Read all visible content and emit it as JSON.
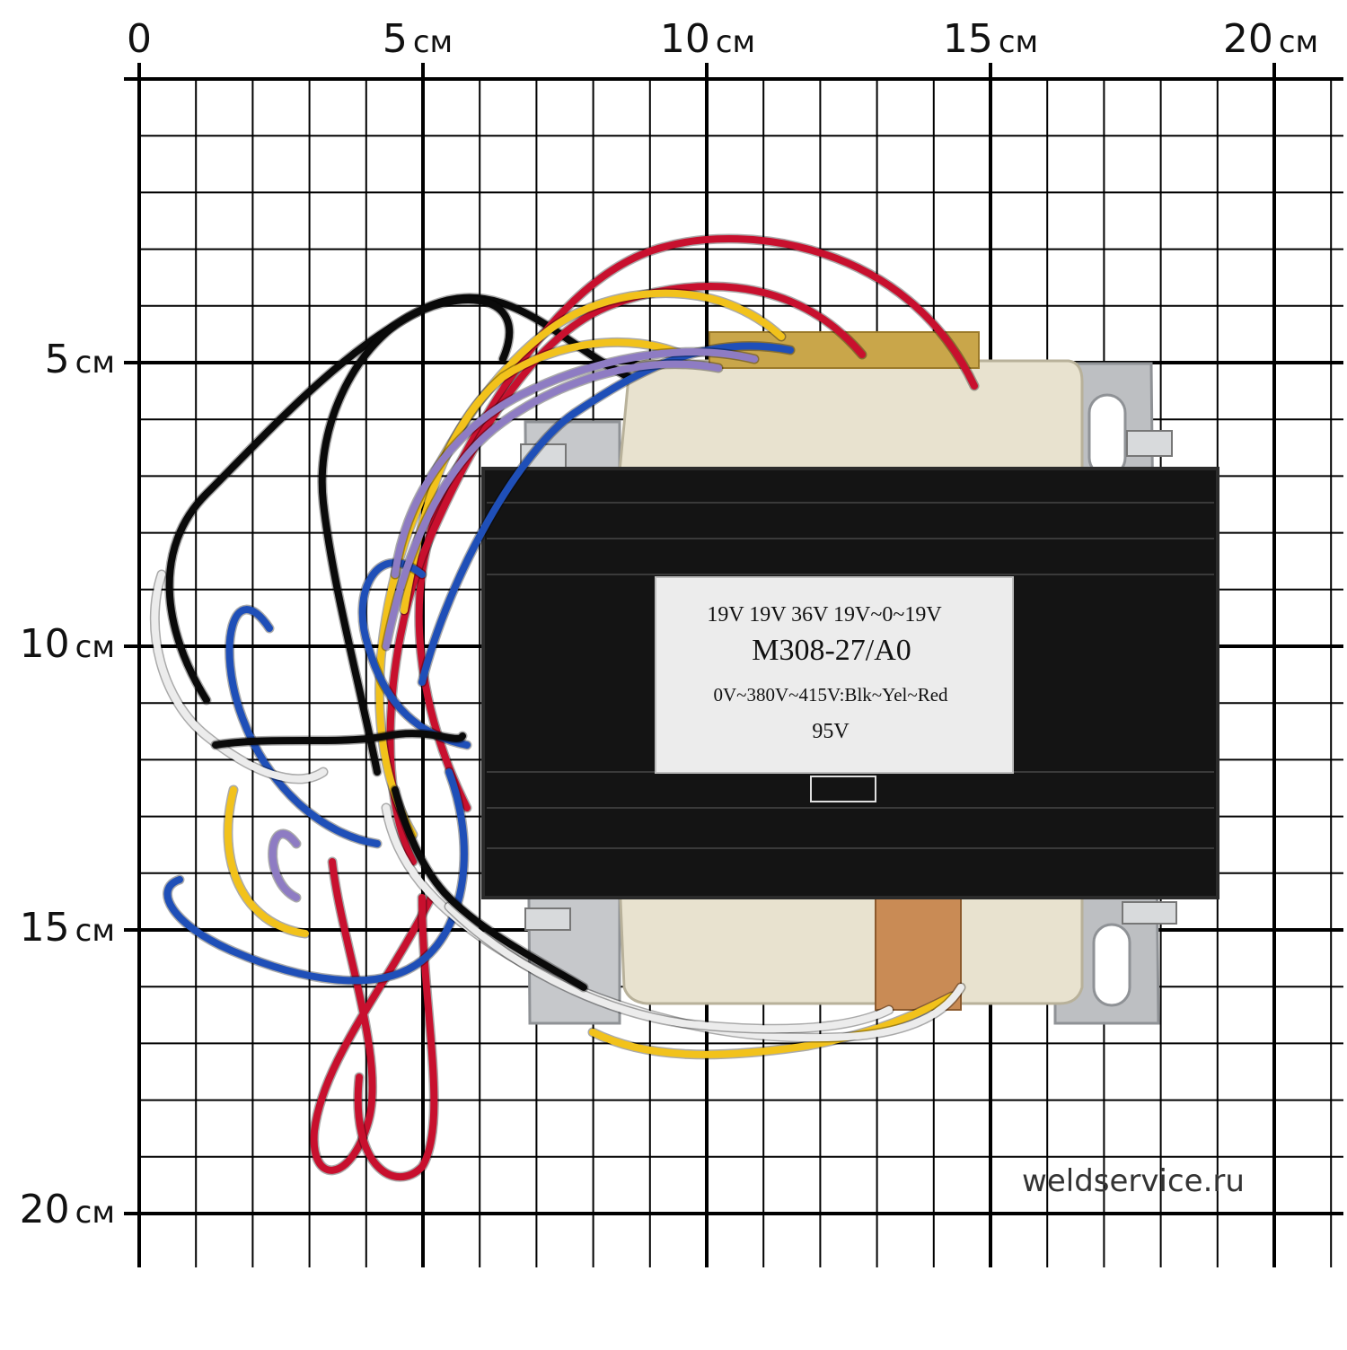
{
  "grid": {
    "line_color": "#000000",
    "x_labels": [
      {
        "num": "0",
        "unit": ""
      },
      {
        "num": "5",
        "unit": "см"
      },
      {
        "num": "10",
        "unit": "см"
      },
      {
        "num": "15",
        "unit": "см"
      },
      {
        "num": "20",
        "unit": "см"
      }
    ],
    "y_labels": [
      {
        "num": "5",
        "unit": "см"
      },
      {
        "num": "10",
        "unit": "см"
      },
      {
        "num": "15",
        "unit": "см"
      },
      {
        "num": "20",
        "unit": "см"
      }
    ]
  },
  "nameplate": {
    "line1": "19V 19V  36V  19V~0~19V",
    "line2": "M308-27/A0",
    "line3": "0V~380V~415V:Blk~Yel~Red",
    "line4": "95V"
  },
  "watermark": "weldservice.ru",
  "colors": {
    "core": "#141414",
    "bobbin": "#e6e0cc",
    "bracket": "#bdbfc2",
    "wire_red": "#c8102e",
    "wire_yellow": "#f2c21b",
    "wire_blue": "#1f4fb8",
    "wire_purple": "#8e7cc3",
    "wire_white": "#ececec",
    "wire_black": "#0a0a0a"
  }
}
